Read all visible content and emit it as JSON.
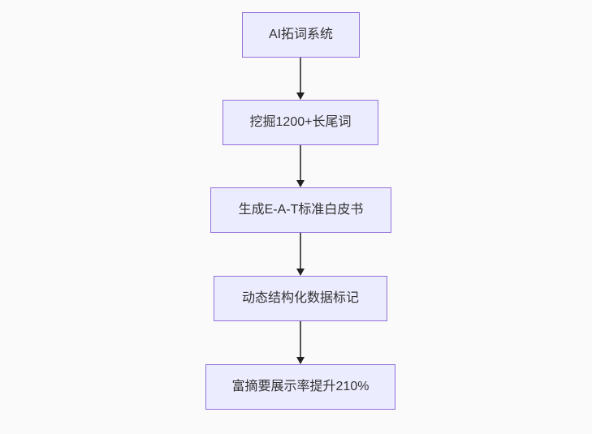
{
  "diagram": {
    "type": "flowchart",
    "direction": "top-down",
    "nodes": [
      {
        "id": "node-1",
        "label": "AI拓词系统"
      },
      {
        "id": "node-2",
        "label": "挖掘1200+长尾词"
      },
      {
        "id": "node-3",
        "label": "生成E-A-T标准白皮书"
      },
      {
        "id": "node-4",
        "label": "动态结构化数据标记"
      },
      {
        "id": "node-5",
        "label": "富摘要展示率提升210%"
      }
    ],
    "edges": [
      {
        "from": "node-1",
        "to": "node-2"
      },
      {
        "from": "node-2",
        "to": "node-3"
      },
      {
        "from": "node-3",
        "to": "node-4"
      },
      {
        "from": "node-4",
        "to": "node-5"
      }
    ],
    "colors": {
      "background": "#fafafa",
      "node_fill": "#ececff",
      "node_border": "#9370db",
      "node_text": "#333333",
      "edge_line": "#555555",
      "edge_arrowhead": "#222222"
    }
  }
}
